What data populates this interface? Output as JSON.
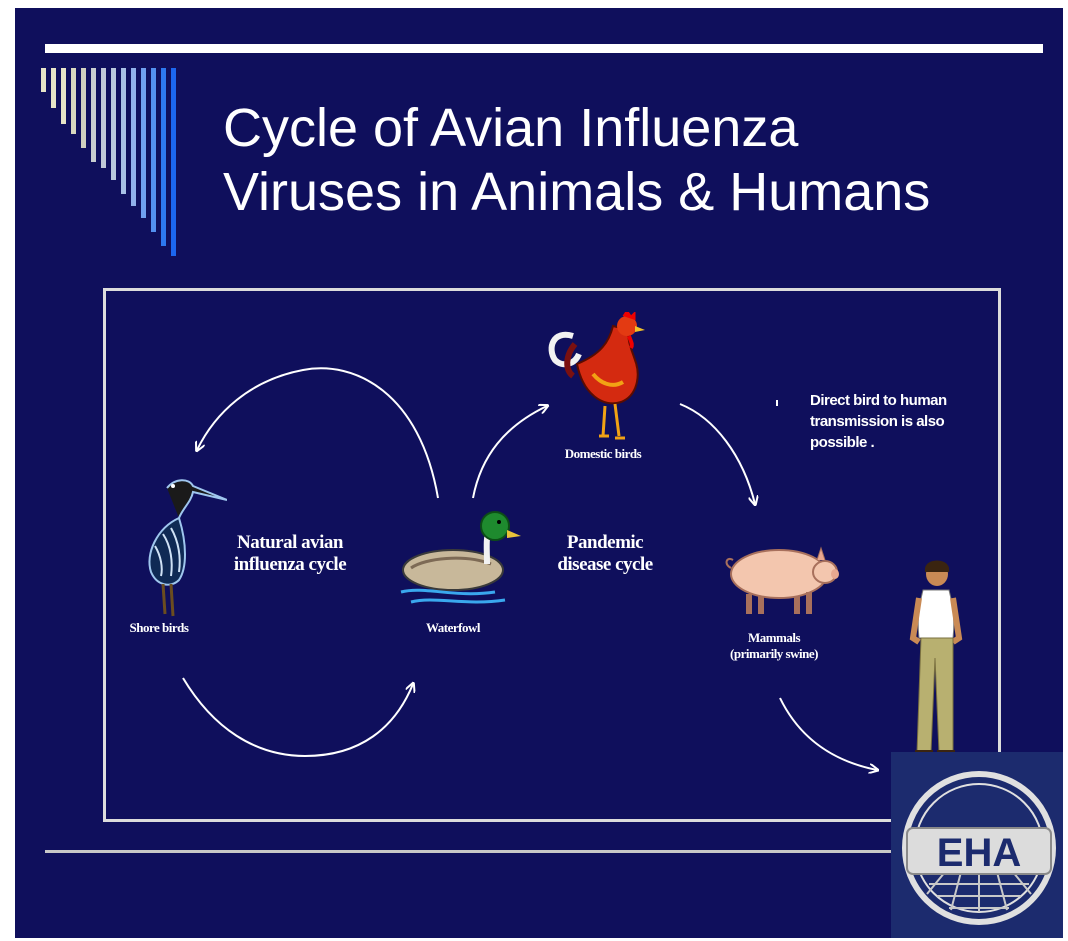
{
  "slide": {
    "title_line1": "Cycle of Avian Influenza",
    "title_line2": "Viruses in Animals & Humans"
  },
  "diagram": {
    "natural_cycle_line1": "Natural avian",
    "natural_cycle_line2": "influenza cycle",
    "pandemic_cycle_line1": "Pandemic",
    "pandemic_cycle_line2": "disease cycle",
    "shore_birds_label": "Shore birds",
    "waterfowl_label": "Waterfowl",
    "domestic_birds_label": "Domestic birds",
    "mammals_label_line1": "Mammals",
    "mammals_label_line2": "(primarily swine)",
    "note_line1": "Direct bird to human",
    "note_line2": "transmission is also",
    "note_line3": "possible ."
  },
  "logo": {
    "text": "EHA"
  },
  "icons": [
    "heron-icon",
    "mallard-duck-icon",
    "rooster-icon",
    "pig-icon",
    "human-figure-icon",
    "eha-logo"
  ],
  "colors": {
    "background": "#0f0f5c",
    "text": "#ffffff",
    "logo_panel": "#1c2b6e"
  }
}
